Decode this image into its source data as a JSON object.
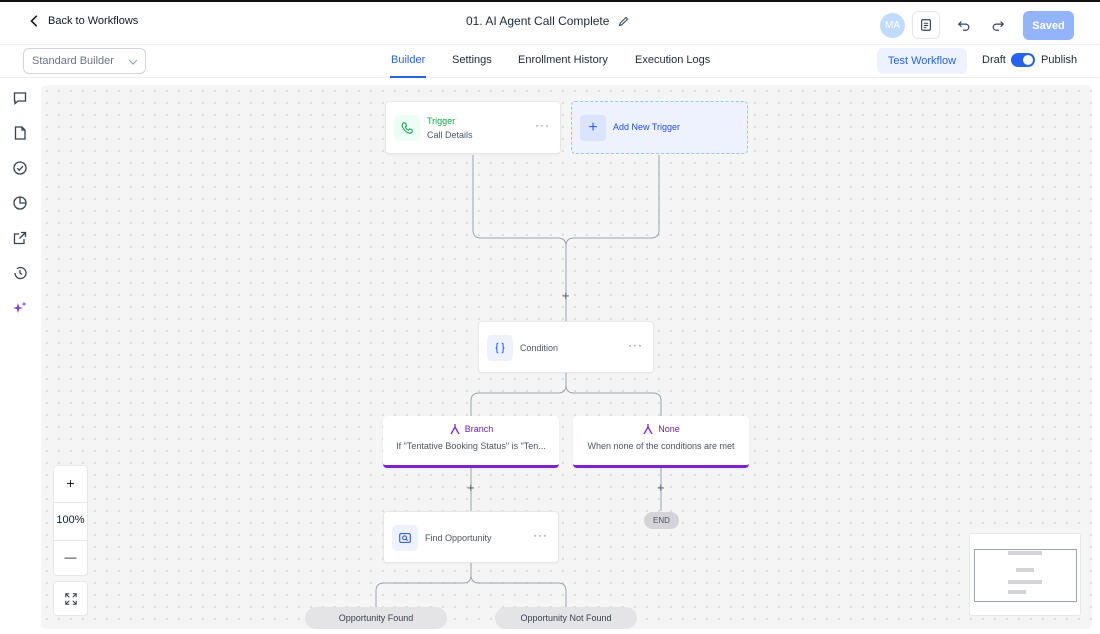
{
  "header": {
    "back_label": "Back to Workflows",
    "workflow_title": "01. AI Agent Call Complete",
    "avatar_initials": "MA",
    "saved_label": "Saved"
  },
  "subbar": {
    "builder_select_value": "Standard Builder",
    "tabs": [
      {
        "label": "Builder",
        "active": true
      },
      {
        "label": "Settings",
        "active": false
      },
      {
        "label": "Enrollment History",
        "active": false
      },
      {
        "label": "Execution Logs",
        "active": false
      }
    ],
    "test_workflow_label": "Test Workflow",
    "draft_label": "Draft",
    "publish_label": "Publish",
    "publish_enabled": true
  },
  "left_rail": {
    "icons": [
      "chat-icon",
      "file-icon",
      "check-circle-icon",
      "pie-chart-icon",
      "external-link-icon",
      "history-icon",
      "sparkles-icon"
    ]
  },
  "canvas": {
    "trigger": {
      "title": "Trigger",
      "subtitle": "Call Details",
      "menu": "···"
    },
    "add_trigger_label": "Add New Trigger",
    "condition": {
      "label": "Condition",
      "menu": "···"
    },
    "branches": [
      {
        "title": "Branch",
        "subtitle": "If \"Tentative Booking Status\" is \"Ten..."
      },
      {
        "title": "None",
        "subtitle": "When none of the conditions are met"
      }
    ],
    "action": {
      "label": "Find Opportunity",
      "menu": "···"
    },
    "end_label": "END",
    "outcomes": [
      "Opportunity Found",
      "Opportunity Not Found"
    ],
    "plus_symbol": "+"
  },
  "zoom": {
    "plus": "+",
    "level": "100%",
    "minus": "—"
  },
  "colors": {
    "accent": "#2563eb",
    "branch": "#7e22ce",
    "trigger_green": "#16a34a",
    "saved_button": "#93b4fb"
  }
}
